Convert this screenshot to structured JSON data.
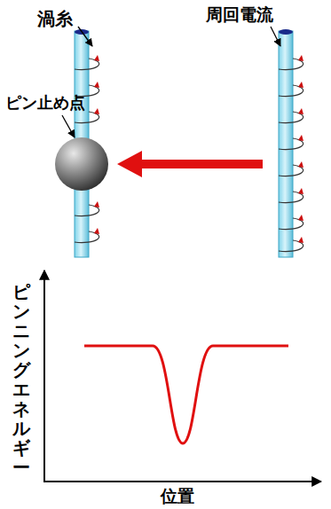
{
  "diagram": {
    "labels": [
      "渦糸",
      "周回電流",
      "ピン止め点",
      "ピンニングエネルギー",
      "位置"
    ]
  }
}
